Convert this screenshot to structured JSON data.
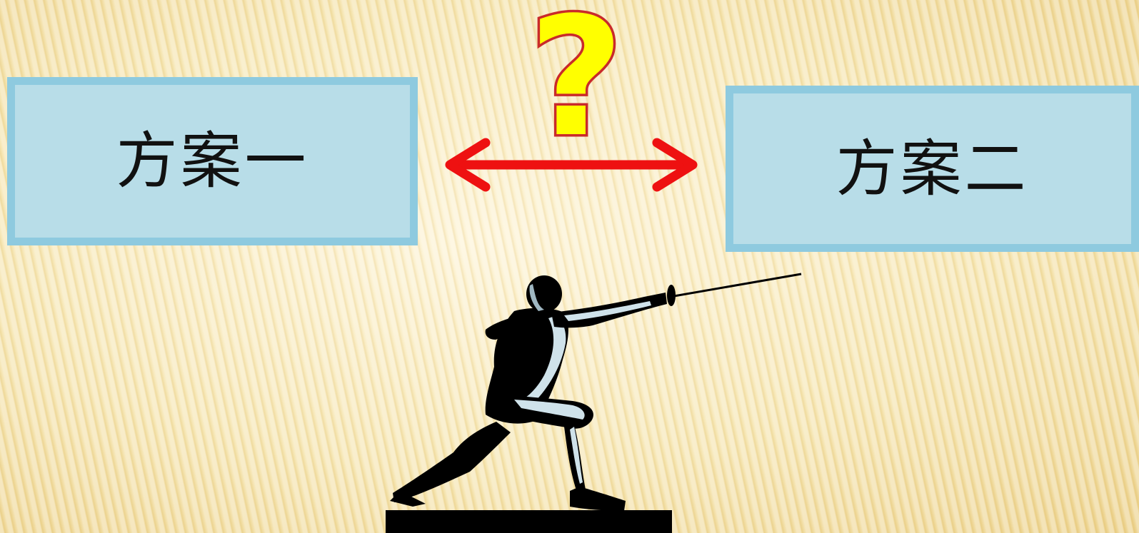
{
  "slide": {
    "option_one": {
      "label": "方案一"
    },
    "option_two": {
      "label": "方案二"
    },
    "question_symbol": "?",
    "icons": {
      "arrow": "double-headed-arrow-icon",
      "question": "question-mark-icon",
      "fencer": "fencer-illustration"
    },
    "colors": {
      "background": "#f3dfa0",
      "box_fill": "#b8dde8",
      "box_border": "#8ecadf",
      "arrow": "#ee1111",
      "question_fill": "#ffff00",
      "question_outline": "#cc2222"
    }
  }
}
